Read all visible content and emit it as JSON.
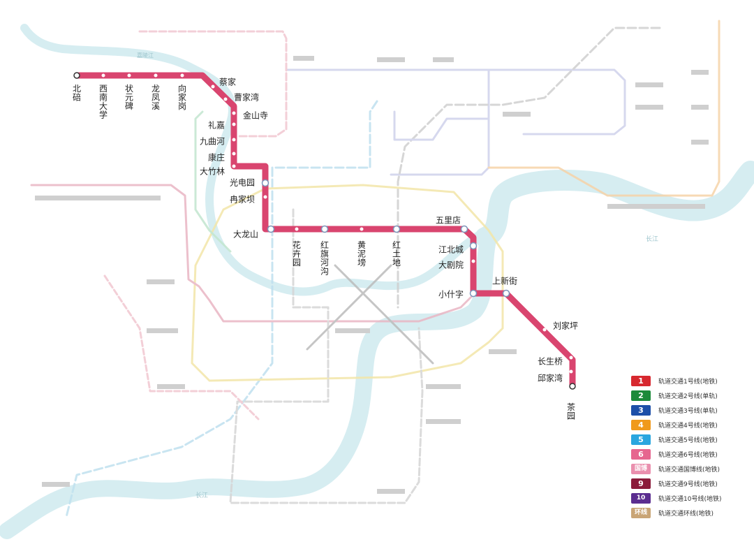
{
  "colors": {
    "line6": "#d9456f",
    "river": "#d6edf1",
    "river_label": "#9cc4cc",
    "background_lines": [
      "#f1c7d1",
      "#cfd2ec",
      "#bfe0ef",
      "#f3e6a9",
      "#f6d3a8",
      "#d0d0d0",
      "#c3e6cf",
      "#e9b6c4",
      "#bcbcbc"
    ]
  },
  "rivers": [
    "长江",
    "长江",
    "嘉陵江"
  ],
  "line6": {
    "name": "6",
    "stations": [
      "北碚",
      "西南大学",
      "状元碑",
      "龙凤溪",
      "向家岗",
      "蔡家",
      "曹家湾",
      "金山寺",
      "礼嘉",
      "九曲河",
      "康庄",
      "大竹林",
      "光电园",
      "冉家坝",
      "大龙山",
      "花卉园",
      "红旗河沟",
      "黄泥塝",
      "红土地",
      "五里店",
      "江北城",
      "大剧院",
      "上新街",
      "小什字",
      "刘家坪",
      "长生桥",
      "邱家湾",
      "茶园"
    ]
  },
  "legend": [
    {
      "num": "1",
      "label": "轨道交通1号线(地铁)",
      "color": "#d7282f"
    },
    {
      "num": "2",
      "label": "轨道交通2号线(单轨)",
      "color": "#1c8a3a"
    },
    {
      "num": "3",
      "label": "轨道交通3号线(单轨)",
      "color": "#1d4fa8"
    },
    {
      "num": "4",
      "label": "轨道交通4号线(地铁)",
      "color": "#f09a1c"
    },
    {
      "num": "5",
      "label": "轨道交通5号线(地铁)",
      "color": "#2aa6df"
    },
    {
      "num": "6",
      "label": "轨道交通6号线(地铁)",
      "color": "#e6668f"
    },
    {
      "num": "国博",
      "label": "轨道交通国博线(地铁)",
      "color": "#ea8fae"
    },
    {
      "num": "9",
      "label": "轨道交通9号线(地铁)",
      "color": "#8b1b3a"
    },
    {
      "num": "10",
      "label": "轨道交通10号线(地铁)",
      "color": "#5b2d90"
    },
    {
      "num": "环线",
      "label": "轨道交通环线(地铁)",
      "color": "#c9a576"
    }
  ]
}
